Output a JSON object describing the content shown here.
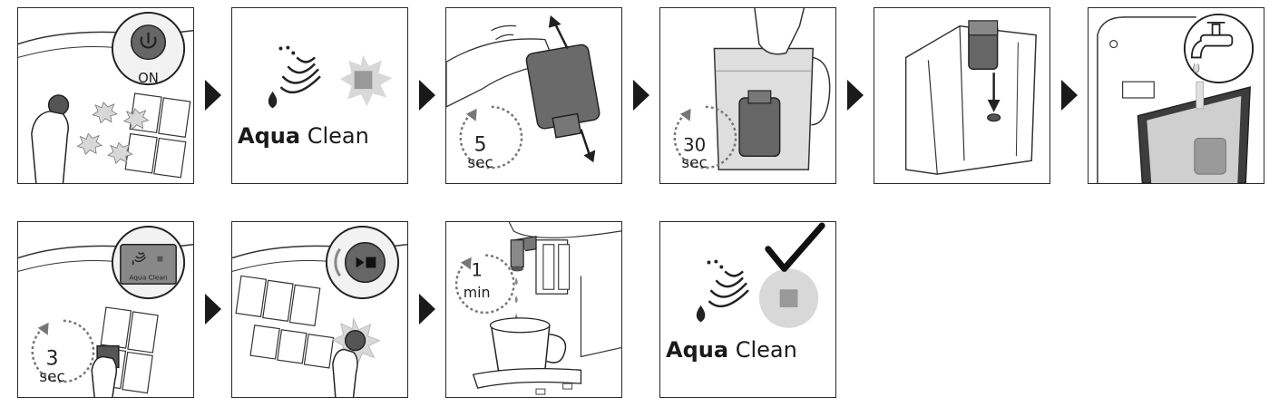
{
  "step1": {
    "button_label": "ON"
  },
  "step2": {
    "brand_bold": "Aqua",
    "brand_regular": "Clean"
  },
  "step3": {
    "timer_value": "5",
    "timer_unit": "sec"
  },
  "step4": {
    "timer_value": "30",
    "timer_unit": "sec"
  },
  "step7": {
    "timer_value": "3",
    "timer_unit": "sec",
    "display_label": "Aqua Clean"
  },
  "step9": {
    "timer_value": "1",
    "timer_unit": "min"
  },
  "step10": {
    "brand_bold": "Aqua",
    "brand_regular": "Clean"
  },
  "colors": {
    "line": "#2a2a2a",
    "gray_dark": "#555555",
    "gray_mid": "#888888",
    "gray_light": "#cccccc",
    "starburst": "#d8d8d8"
  }
}
